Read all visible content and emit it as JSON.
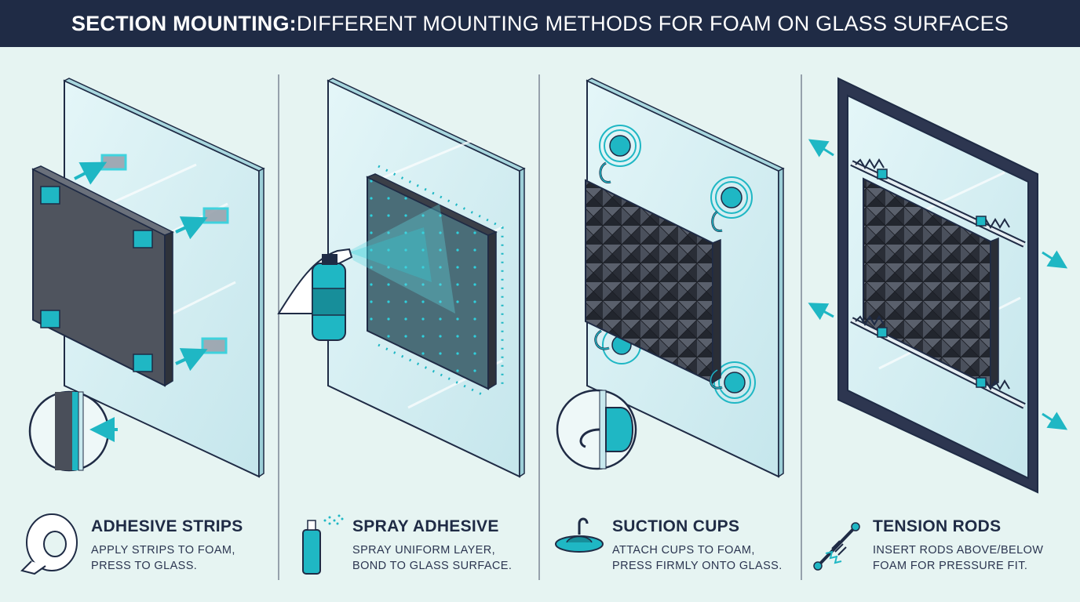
{
  "header": {
    "title_bold": "SECTION MOUNTING:",
    "title_rest": " DIFFERENT MOUNTING METHODS FOR FOAM ON GLASS SURFACES"
  },
  "panels": [
    {
      "title": "ADHESIVE STRIPS",
      "desc_line1": "APPLY STRIPS TO FOAM,",
      "desc_line2": "PRESS TO GLASS.",
      "icon": "tape-roll-icon"
    },
    {
      "title": "SPRAY ADHESIVE",
      "desc_line1": "SPRAY UNIFORM LAYER,",
      "desc_line2": "BOND TO GLASS SURFACE.",
      "icon": "spray-can-icon"
    },
    {
      "title": "SUCTION CUPS",
      "desc_line1": "ATTACH CUPS TO FOAM,",
      "desc_line2": "PRESS FIRMLY ONTO GLASS.",
      "icon": "suction-cup-icon"
    },
    {
      "title": "TENSION RODS",
      "desc_line1": "INSERT RODS ABOVE/BELOW",
      "desc_line2": "FOAM FOR PRESSURE FIT.",
      "icon": "tension-rod-icon"
    }
  ],
  "colors": {
    "navy": "#1f2b45",
    "teal": "#1fb7c4",
    "glass": "#d4eef2",
    "foam": "#4a4f5a",
    "background": "#e6f4f2"
  }
}
